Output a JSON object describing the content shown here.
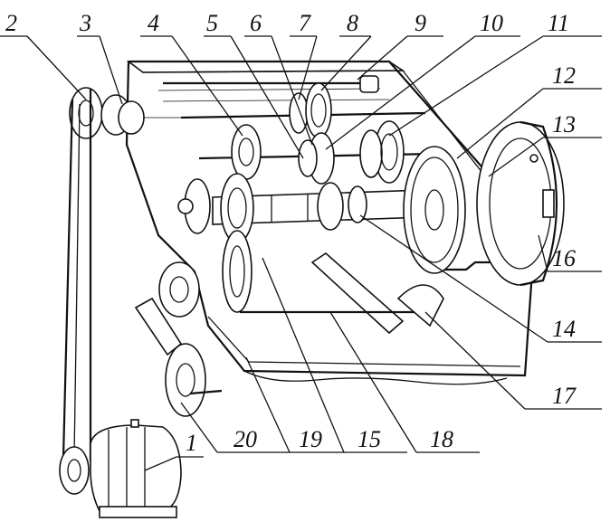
{
  "callouts": [
    {
      "id": "2",
      "text": "2"
    },
    {
      "id": "3",
      "text": "3"
    },
    {
      "id": "4",
      "text": "4"
    },
    {
      "id": "5",
      "text": "5"
    },
    {
      "id": "6",
      "text": "6"
    },
    {
      "id": "7",
      "text": "7"
    },
    {
      "id": "8",
      "text": "8"
    },
    {
      "id": "9",
      "text": "9"
    },
    {
      "id": "10",
      "text": "10"
    },
    {
      "id": "11",
      "text": "11"
    },
    {
      "id": "12",
      "text": "12"
    },
    {
      "id": "13",
      "text": "13"
    },
    {
      "id": "16",
      "text": "16"
    },
    {
      "id": "14",
      "text": "14"
    },
    {
      "id": "17",
      "text": "17"
    },
    {
      "id": "1",
      "text": "1"
    },
    {
      "id": "20",
      "text": "20"
    },
    {
      "id": "19",
      "text": "19"
    },
    {
      "id": "15",
      "text": "15"
    },
    {
      "id": "18",
      "text": "18"
    }
  ]
}
